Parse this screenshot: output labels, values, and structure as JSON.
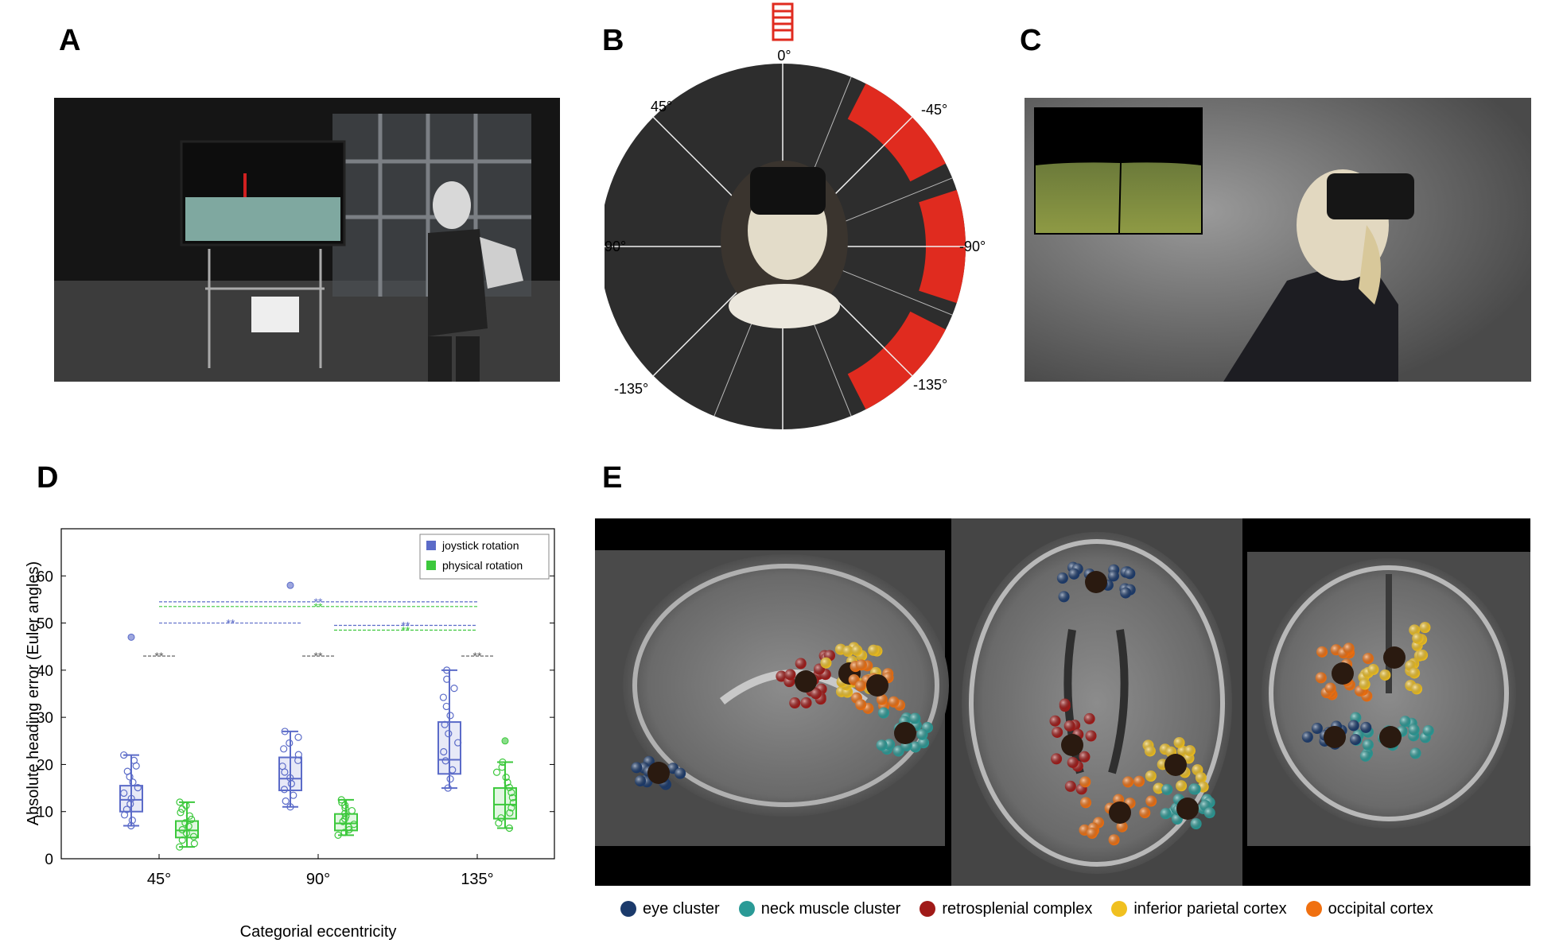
{
  "panels": {
    "a": "A",
    "b": "B",
    "c": "C",
    "d": "D",
    "e": "E"
  },
  "panel_b": {
    "angles": [
      "0°",
      "45°",
      "90°",
      "-135°",
      "-45°",
      "-90°",
      "-135°"
    ],
    "colors": {
      "target": "#e02b1f",
      "floor": "#2d2d2d"
    }
  },
  "chart_data": {
    "type": "box",
    "xlabel": "Categorial eccentricity",
    "ylabel": "Absolute heading error (Euler angles)",
    "categories": [
      "45°",
      "90°",
      "135°"
    ],
    "ylim": [
      0,
      70
    ],
    "yticks": [
      0,
      10,
      20,
      30,
      40,
      50,
      60
    ],
    "legend_position": "top-right",
    "series": [
      {
        "name": "joystick rotation",
        "color": "#5b6bc8",
        "boxes": [
          {
            "min": 7,
            "q1": 10,
            "median": 12.5,
            "q3": 15.5,
            "max": 22,
            "outliers": [
              47
            ]
          },
          {
            "min": 11,
            "q1": 14.5,
            "median": 17,
            "q3": 21.5,
            "max": 27,
            "outliers": [
              58
            ]
          },
          {
            "min": 15,
            "q1": 18,
            "median": 21,
            "q3": 29,
            "max": 40,
            "outliers": []
          }
        ]
      },
      {
        "name": "physical rotation",
        "color": "#3cc83c",
        "boxes": [
          {
            "min": 2.5,
            "q1": 4.5,
            "median": 6,
            "q3": 8,
            "max": 12,
            "outliers": []
          },
          {
            "min": 5,
            "q1": 6,
            "median": 7.5,
            "q3": 9.5,
            "max": 12.5,
            "outliers": []
          },
          {
            "min": 6.5,
            "q1": 8.5,
            "median": 11.5,
            "q3": 15,
            "max": 20.5,
            "outliers": [
              25
            ]
          }
        ]
      }
    ],
    "significance": [
      {
        "label": "**",
        "color": "#555555",
        "y": 43,
        "between": "45° joystick-physical"
      },
      {
        "label": "**",
        "color": "#555555",
        "y": 43,
        "between": "90° joystick-physical"
      },
      {
        "label": "**",
        "color": "#555555",
        "y": 43,
        "between": "135° joystick-physical"
      },
      {
        "label": "**",
        "color": "#5b6bc8",
        "y": 54.5,
        "between": "45°-135° joystick"
      },
      {
        "label": "**",
        "color": "#3cc83c",
        "y": 53.5,
        "between": "45°-135° physical"
      },
      {
        "label": "**",
        "color": "#5b6bc8",
        "y": 50,
        "between": "45°-90° joystick"
      },
      {
        "label": "**",
        "color": "#5b6bc8",
        "y": 49.5,
        "between": "90°-135° joystick"
      },
      {
        "label": "**",
        "color": "#3cc83c",
        "y": 48.5,
        "between": "90°-135° physical"
      }
    ]
  },
  "panel_e": {
    "legend": [
      {
        "label": "eye cluster",
        "color": "#1b3a6b"
      },
      {
        "label": "neck muscle cluster",
        "color": "#2a9a96"
      },
      {
        "label": "retrosplenial complex",
        "color": "#a01a18"
      },
      {
        "label": "inferior parietal cortex",
        "color": "#f0c020"
      },
      {
        "label": "occipital cortex",
        "color": "#f07010"
      }
    ]
  }
}
